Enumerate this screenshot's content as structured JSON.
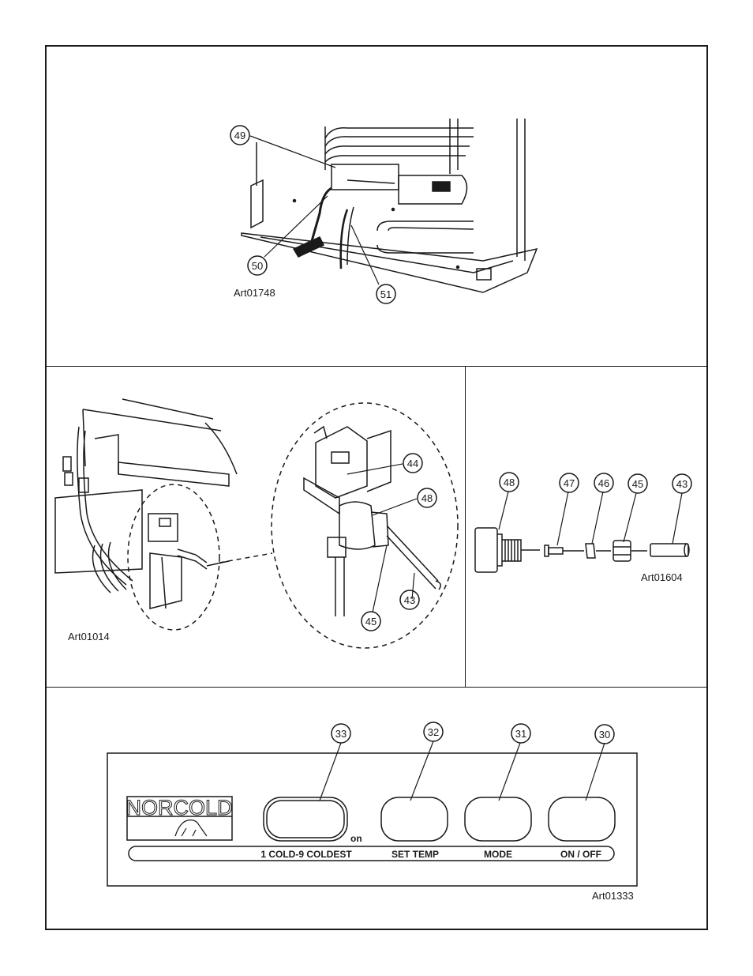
{
  "figure1": {
    "art_id": "Art01748",
    "callouts": [
      "49",
      "50",
      "51"
    ]
  },
  "figure2": {
    "art_id": "Art01014",
    "callouts": [
      "44",
      "48",
      "43",
      "45"
    ]
  },
  "figure3": {
    "art_id": "Art01604",
    "callouts": [
      "48",
      "47",
      "46",
      "45",
      "43"
    ]
  },
  "figure4": {
    "art_id": "Art01333",
    "callouts": [
      "33",
      "32",
      "31",
      "30"
    ],
    "logo_text": "NORCOLD",
    "indicator_text": "on",
    "buttons": [
      {
        "label": "1 COLD-9 COLDEST"
      },
      {
        "label": "SET TEMP"
      },
      {
        "label": "MODE"
      },
      {
        "label": "ON / OFF"
      }
    ]
  }
}
